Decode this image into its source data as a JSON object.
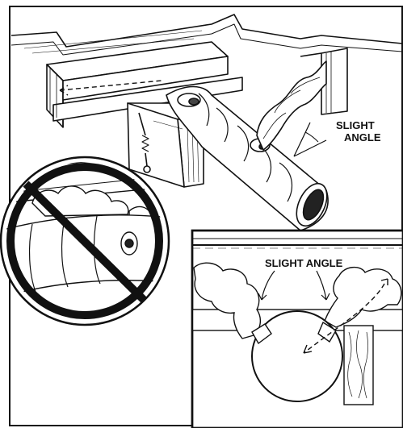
{
  "labels": {
    "top_slight_angle_line1": "SLIGHT",
    "top_slight_angle_line2": "ANGLE",
    "inset_slight_angle": "SLIGHT ANGLE"
  },
  "colors": {
    "ink": "#111111",
    "paper": "#ffffff"
  },
  "icons": {
    "prohibition": "no-entry-circle-slash-icon"
  }
}
